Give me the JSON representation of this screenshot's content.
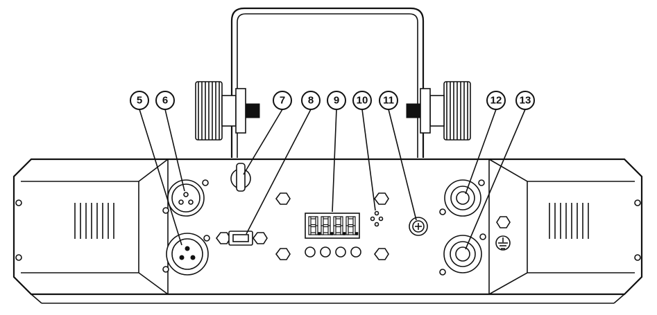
{
  "diagram": {
    "callouts": [
      {
        "id": "c5",
        "label": "5"
      },
      {
        "id": "c6",
        "label": "6"
      },
      {
        "id": "c7",
        "label": "7"
      },
      {
        "id": "c8",
        "label": "8"
      },
      {
        "id": "c9",
        "label": "9"
      },
      {
        "id": "c10",
        "label": "10"
      },
      {
        "id": "c11",
        "label": "11"
      },
      {
        "id": "c12",
        "label": "12"
      },
      {
        "id": "c13",
        "label": "13"
      }
    ],
    "display_digits": "8.8.8.8"
  }
}
